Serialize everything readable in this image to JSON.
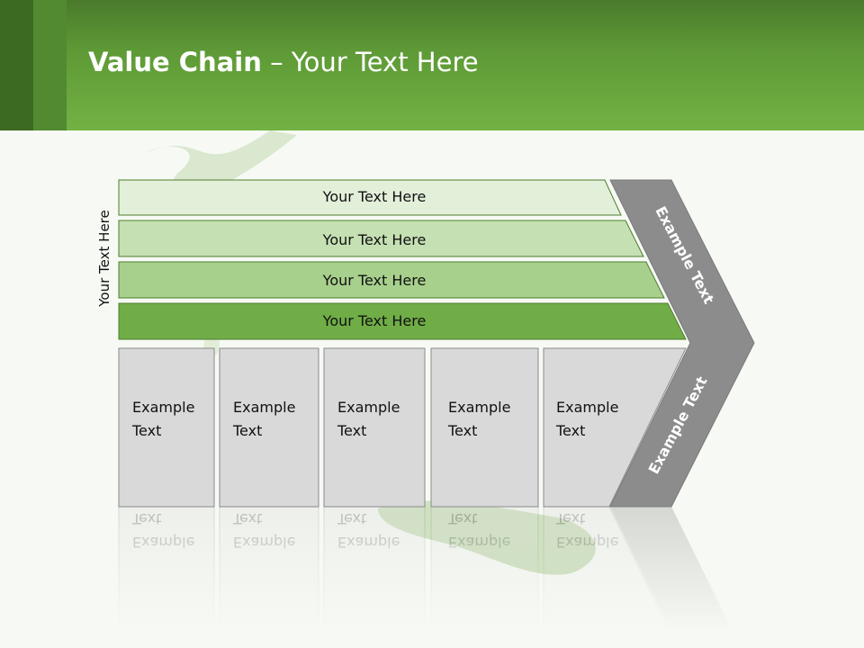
{
  "title": {
    "bold": "Value Chain",
    "dash": " – ",
    "rest": "Your Text Here"
  },
  "side_label": "Your Text Here",
  "support_rows": [
    {
      "label": "Your Text Here",
      "color": "#e2efd9"
    },
    {
      "label": "Your Text Here",
      "color": "#c5e0b3"
    },
    {
      "label": "Your Text Here",
      "color": "#a8d08d"
    },
    {
      "label": "Your Text Here",
      "color": "#70ad47"
    }
  ],
  "primary_boxes": [
    {
      "line1": "Example",
      "line2": "Text"
    },
    {
      "line1": "Example",
      "line2": "Text"
    },
    {
      "line1": "Example",
      "line2": "Text"
    },
    {
      "line1": "Example",
      "line2": "Text"
    },
    {
      "line1": "Example",
      "line2": "Text"
    }
  ],
  "arrow": {
    "upper_text": "Example Text",
    "lower_text": "Example Text",
    "color": "#8c8c8c"
  },
  "colors": {
    "header_green": "#5e9a36",
    "box_fill": "#d9d9d9",
    "box_stroke": "#8a8a8a",
    "row_stroke": "#4e7d2c"
  }
}
